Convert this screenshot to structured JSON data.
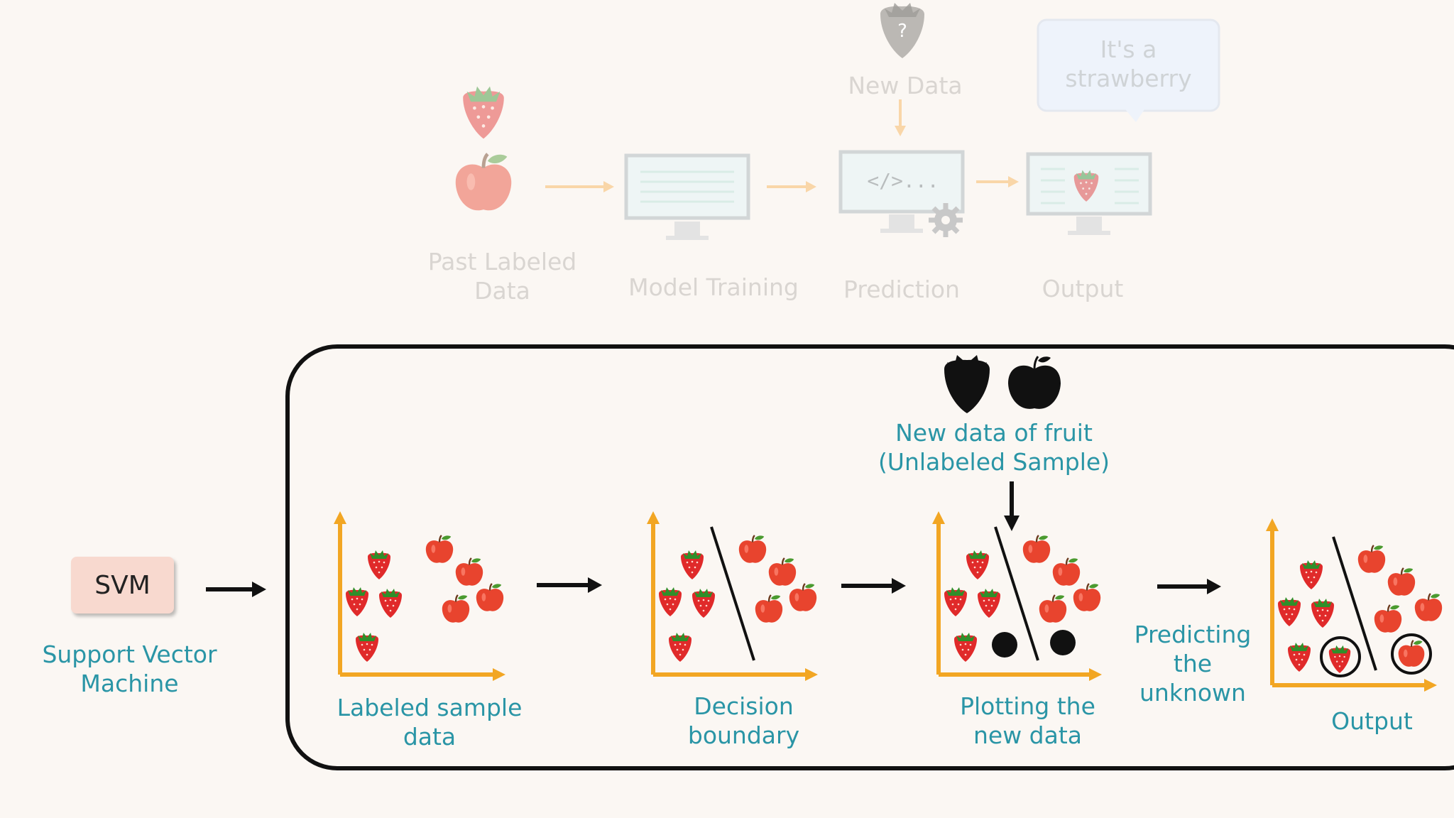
{
  "top_pipeline": {
    "new_data_label": "New Data",
    "past_labeled_data_label": "Past Labeled\nData",
    "model_training_label": "Model Training",
    "prediction_label": "Prediction",
    "output_label": "Output",
    "question_mark": "?",
    "code_symbol": "</>...",
    "bubble_text": "It's a\nstrawberry"
  },
  "svm": {
    "box_label": "SVM",
    "caption": "Support Vector\nMachine"
  },
  "svm_pipeline": {
    "new_fruit_label": "New data of fruit\n(Unlabeled Sample)",
    "step1_label": "Labeled sample\ndata",
    "step2_label": "Decision\nboundary",
    "step3_label": "Plotting the\nnew data",
    "predicting_label": "Predicting\nthe\nunknown",
    "step4_label": "Output"
  },
  "colors": {
    "teal_text": "#2a95a6",
    "axis_orange": "#f2a623",
    "strawberry_red": "#e02a2a",
    "apple_red": "#e8442e",
    "faded_text": "#d9d5d1"
  }
}
